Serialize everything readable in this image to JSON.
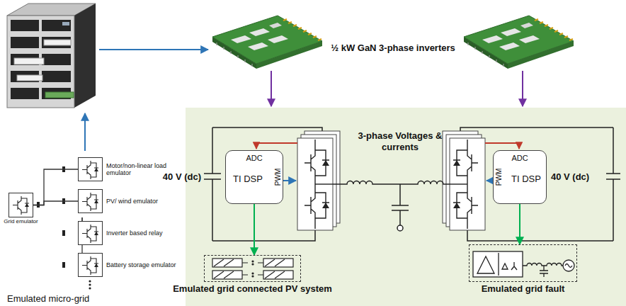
{
  "diagram": {
    "nodes": [
      {
        "text": [
          "Grid emulator"
        ]
      },
      {
        "text": [
          "Motor/non-linear load emulator"
        ]
      },
      {
        "text": [
          "PV/ wind emulator"
        ]
      },
      {
        "text": [
          "Inverter based relay"
        ]
      },
      {
        "text": [
          "Battery storage emulator"
        ]
      },
      {
        "text": [
          "ADC",
          "PWM",
          "TI DSP"
        ]
      },
      {
        "text": [
          "ADC",
          "PWM",
          "TI DSP"
        ]
      },
      {
        "text": [
          "Emulated grid connected PV system"
        ]
      },
      {
        "text": [
          "Emulated grid fault"
        ]
      }
    ],
    "edges": [
      {
        "from": 0,
        "to": 1,
        "arrow": "none"
      },
      {
        "from": 0,
        "to": 2,
        "arrow": "none"
      },
      {
        "from": 0,
        "to": 3,
        "arrow": "none"
      },
      {
        "from": 0,
        "to": 4,
        "arrow": "none"
      },
      {
        "from": 5,
        "to": 7,
        "arrow": "to"
      },
      {
        "from": 6,
        "to": 8,
        "arrow": "to"
      }
    ],
    "labels": [
      "½ kW GaN 3-phase inverters",
      "3-phase Voltages & currents",
      "40 V (dc)",
      "40 V (dc)",
      "Emulated micro-grid"
    ]
  }
}
